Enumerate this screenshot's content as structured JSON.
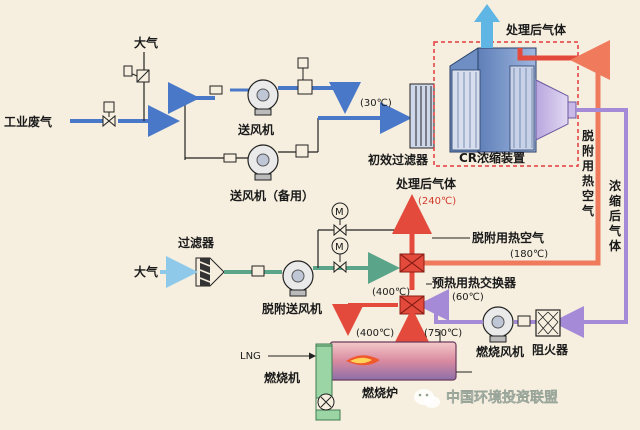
{
  "labels": {
    "industrial_exhaust": "工业废气",
    "atmosphere_top": "大气",
    "blower": "送风机",
    "blower_backup": "送风机（备用）",
    "temp_30": "(30℃)",
    "prefilter": "初效过滤器",
    "cr_device": "CR浓缩装置",
    "treated_gas_top": "处理后气体",
    "desorption_hot_air_vertical": "脱附用热空气",
    "concentrated_gas_vertical": "浓缩后气体",
    "treated_gas_mid": "处理后气体",
    "temp_240": "(240℃)",
    "desorption_hot_air": "脱附用热空气",
    "temp_180": "(180℃)",
    "filter": "过滤器",
    "atmosphere_left": "大气",
    "desorption_blower": "脱附送风机",
    "temp_400_mid": "(400℃)",
    "preheat_exchanger": "预热用热交换器",
    "temp_60": "(60℃)",
    "temp_400_low": "(400℃)",
    "temp_750": "(750℃)",
    "lng": "LNG",
    "burner": "燃烧机",
    "incinerator": "燃烧炉",
    "combustion_fan": "燃烧风机",
    "flame_arrester": "阻火器",
    "motor": "M",
    "watermark": "中国环境投资联盟"
  },
  "colors": {
    "background": "#f6efdf",
    "blue_flow": "#4a78c9",
    "light_blue_flow": "#8ec9ea",
    "red_flow": "#e44a3c",
    "salmon_flow": "#ef7a5c",
    "purple_flow": "#a58ad8",
    "green_flow": "#5aa48a",
    "device_blue": "#6f8fc4",
    "dashed_box": "#e03a3a"
  },
  "icons": [
    "valve-icon",
    "damper-icon",
    "motor-icon",
    "fan-icon",
    "heat-exchanger-icon",
    "flame-icon",
    "wechat-icon"
  ]
}
